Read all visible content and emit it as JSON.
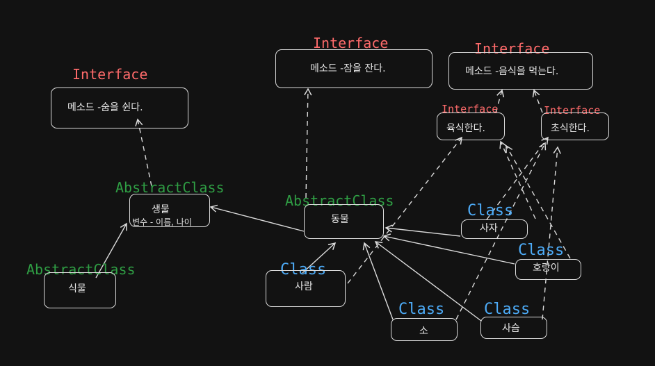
{
  "stereotypes": {
    "interface": "Interface",
    "abstract_class": "AbstractClass",
    "class": "Class"
  },
  "nodes": {
    "breathe": {
      "label": "메소드 -숨을 쉰다."
    },
    "sleep": {
      "label": "메소드 -잠을 잔다."
    },
    "eat": {
      "label": "메소드 -음식을 먹는다."
    },
    "carnivore": {
      "label": "육식한다."
    },
    "herbivore": {
      "label": "초식한다."
    },
    "living": {
      "label": "생물",
      "detail": "변수 - 이름, 나이"
    },
    "plant": {
      "label": "식물"
    },
    "animal": {
      "label": "동물"
    },
    "human": {
      "label": "사람"
    },
    "lion": {
      "label": "사자"
    },
    "tiger": {
      "label": "호랑이"
    },
    "cow": {
      "label": "소"
    },
    "deer": {
      "label": "사슴"
    }
  },
  "colors": {
    "interface": "#ff6b6b",
    "abstract_class": "#2f9e44",
    "class": "#4dabf7",
    "stroke": "#dcdcdc",
    "background": "#121212"
  }
}
